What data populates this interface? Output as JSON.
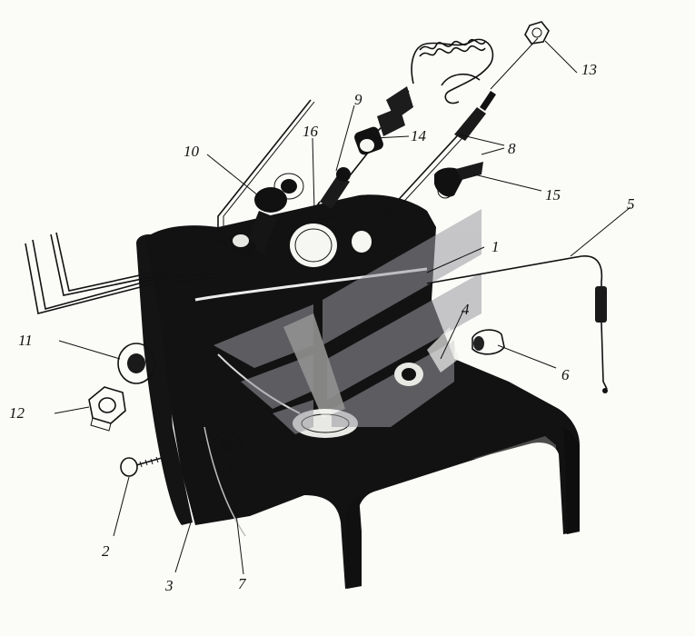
{
  "callouts": [
    {
      "id": "1",
      "text": "1"
    },
    {
      "id": "2",
      "text": "2"
    },
    {
      "id": "3",
      "text": "3"
    },
    {
      "id": "4",
      "text": "4"
    },
    {
      "id": "5",
      "text": "5"
    },
    {
      "id": "6",
      "text": "6"
    },
    {
      "id": "7",
      "text": "7"
    },
    {
      "id": "8",
      "text": "8"
    },
    {
      "id": "9",
      "text": "9"
    },
    {
      "id": "10",
      "text": "10"
    },
    {
      "id": "11",
      "text": "11"
    },
    {
      "id": "12",
      "text": "12"
    },
    {
      "id": "13",
      "text": "13"
    },
    {
      "id": "14",
      "text": "14"
    },
    {
      "id": "15",
      "text": "15"
    },
    {
      "id": "16",
      "text": "16"
    }
  ],
  "colors": {
    "ink": "#111111",
    "paper": "#fbfbf8",
    "watermark": "#9a9aa2"
  }
}
